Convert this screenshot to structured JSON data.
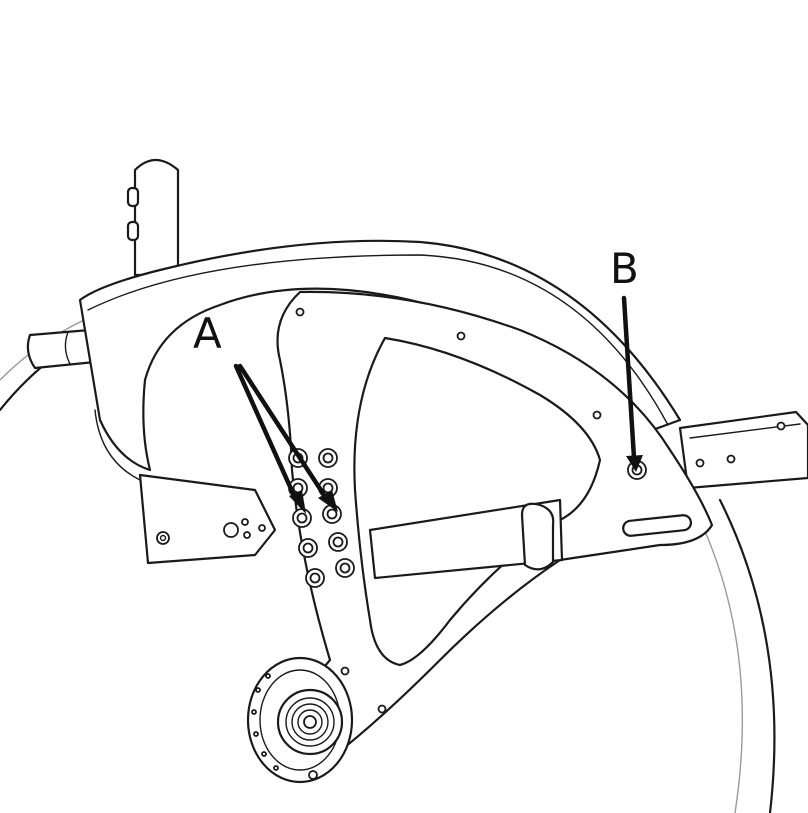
{
  "figure": {
    "callouts": [
      {
        "id": "A",
        "label": "A"
      },
      {
        "id": "B",
        "label": "B"
      }
    ],
    "colors": {
      "line": "#1a1a1a",
      "background": "#ffffff",
      "wheel_rim": "#9a9a9a"
    }
  }
}
